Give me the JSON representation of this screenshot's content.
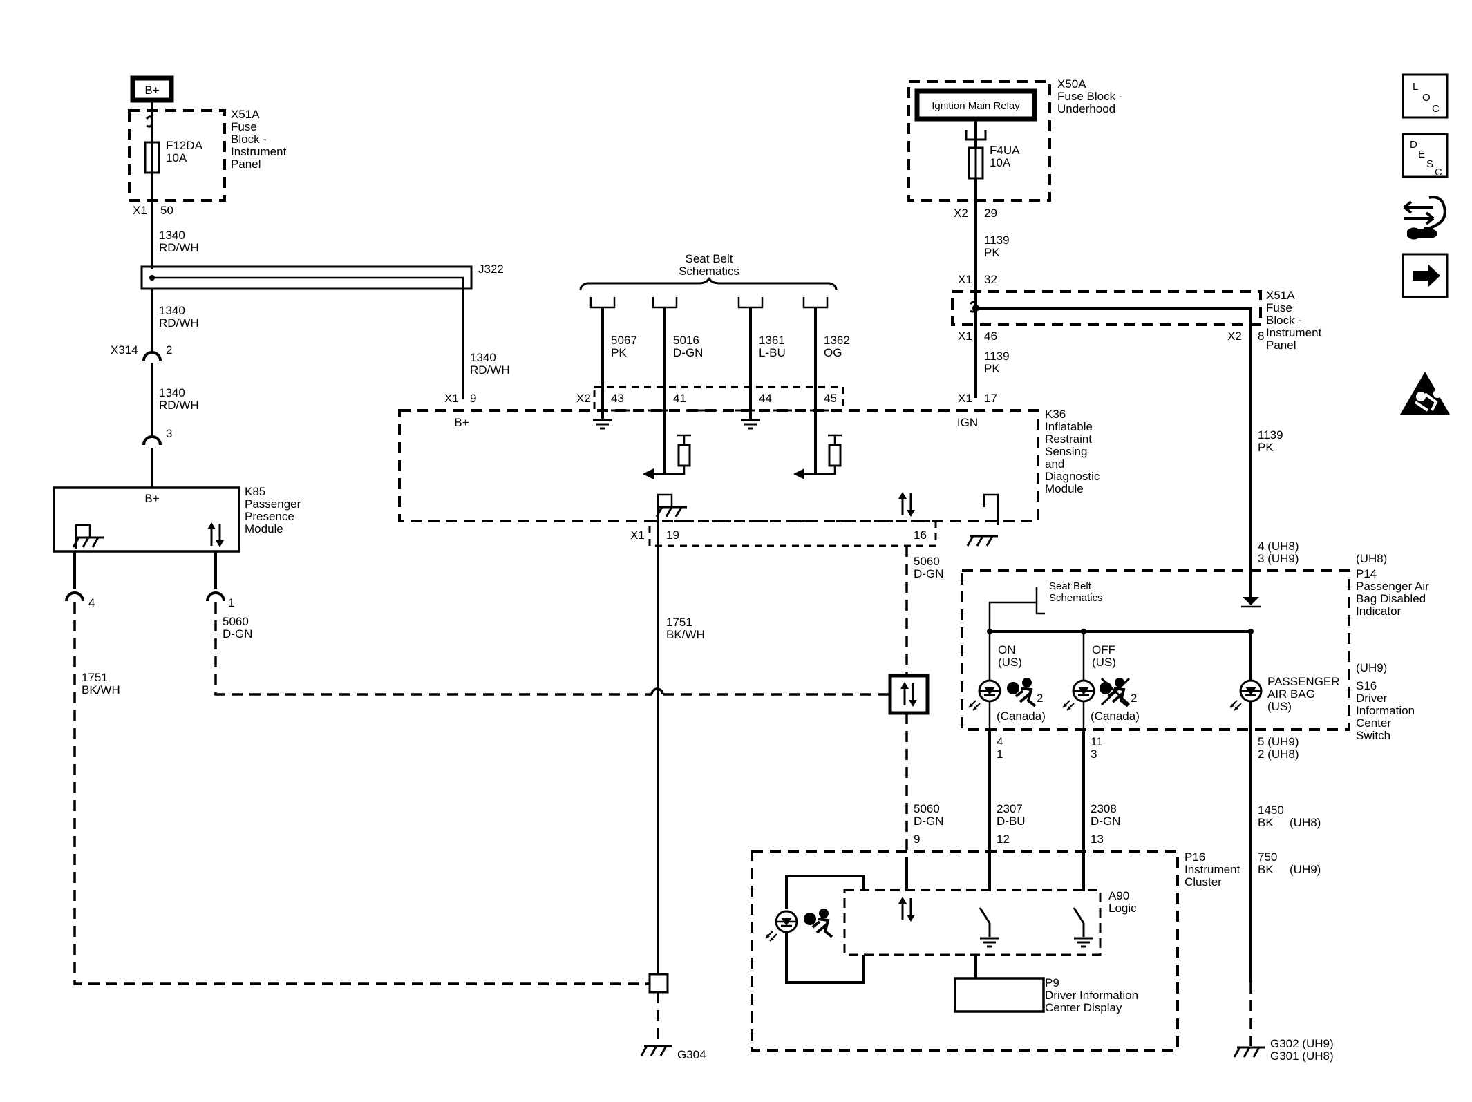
{
  "fuse_b_plus": {
    "source_label": "B+",
    "block_name": "X51A",
    "block_desc": [
      "Fuse",
      "Block -",
      "Instrument",
      "Panel"
    ],
    "fuse_id": "F12DA",
    "fuse_rating": "10A",
    "connector": "X1",
    "pin": "50"
  },
  "fuse_ignition": {
    "relay_label": "Ignition Main Relay",
    "block_name": "X50A",
    "block_desc": [
      "Fuse Block -",
      "Underhood"
    ],
    "fuse_id": "F4UA",
    "fuse_rating": "10A",
    "connector": "X2",
    "pin": "29"
  },
  "fuse_block_x51a_right": {
    "name": "X51A",
    "desc": [
      "Fuse",
      "Block -",
      "Instrument",
      "Panel"
    ],
    "conn_top": "X1",
    "pin_top": "32",
    "conn_out_left": "X1",
    "pin_out_left": "46",
    "conn_out_right": "X2",
    "pin_out_right": "8"
  },
  "wires": {
    "w1340_a": [
      "1340",
      "RD/WH"
    ],
    "w1340_b": [
      "1340",
      "RD/WH"
    ],
    "w1340_c": [
      "1340",
      "RD/WH"
    ],
    "w1340_d": [
      "1340",
      "RD/WH"
    ],
    "w1139_a": [
      "1139",
      "PK"
    ],
    "w1139_b": [
      "1139",
      "PK"
    ],
    "w1139_c": [
      "1139",
      "PK"
    ],
    "w5067": [
      "5067",
      "PK"
    ],
    "w5016": [
      "5016",
      "D-GN"
    ],
    "w1361": [
      "1361",
      "L-BU"
    ],
    "w1362": [
      "1362",
      "OG"
    ],
    "w5060_a": [
      "5060",
      "D-GN"
    ],
    "w5060_b": [
      "5060",
      "D-GN"
    ],
    "w5060_c": [
      "5060",
      "D-GN"
    ],
    "w1751_a": [
      "1751",
      "BK/WH"
    ],
    "w1751_b": [
      "1751",
      "BK/WH"
    ],
    "w2307": [
      "2307",
      "D-BU"
    ],
    "w2308": [
      "2308",
      "D-GN"
    ],
    "w1450": [
      "1450",
      "BK",
      "(UH8)"
    ],
    "w750": [
      "750",
      "BK",
      "(UH9)"
    ]
  },
  "splice": {
    "name": "J322"
  },
  "inline_connector": {
    "name": "X314",
    "pin_top": "2",
    "pin_bottom": "3"
  },
  "seat_belt_top": {
    "label": [
      "Seat Belt",
      "Schematics"
    ]
  },
  "k36": {
    "name": "K36",
    "desc": [
      "Inflatable",
      "Restraint",
      "Sensing",
      "and",
      "Diagnostic",
      "Module"
    ],
    "conn_bplus": "X1",
    "pin_bplus": "9",
    "bplus_label": "B+",
    "conn_seat": "X2",
    "pins_seat": [
      "43",
      "41",
      "44",
      "45"
    ],
    "conn_ign": "X1",
    "pin_ign": "17",
    "ign_label": "IGN",
    "conn_bottom": "X1",
    "pin_bottom_left": "19",
    "pin_bottom_right": "16"
  },
  "k85": {
    "name": "K85",
    "desc": [
      "Passenger",
      "Presence",
      "Module"
    ],
    "bplus_label": "B+",
    "pin_ground": "4",
    "pin_data": "1"
  },
  "p14": {
    "name": "P14",
    "desc": [
      "Passenger Air",
      "Bag Disabled",
      "Indicator"
    ],
    "option_top": "(UH8)",
    "pins_in": [
      "4 (UH8)",
      "3 (UH9)"
    ],
    "seat_belt_label": [
      "Seat Belt",
      "Schematics"
    ],
    "on_label": [
      "ON",
      "(US)"
    ],
    "off_label": [
      "OFF",
      "(US)"
    ],
    "canada_label": "(Canada)",
    "passenger_label": [
      "PASSENGER",
      "AIR BAG",
      "(US)"
    ],
    "on_pins": [
      "4",
      "1"
    ],
    "off_pins": [
      "11",
      "3"
    ],
    "out_pins": [
      "5 (UH9)",
      "2 (UH8)"
    ],
    "badge": "2"
  },
  "s16": {
    "option": "(UH9)",
    "name": "S16",
    "desc": [
      "Driver",
      "Information",
      "Center",
      "Switch"
    ]
  },
  "p16": {
    "name": "P16",
    "desc": [
      "Instrument",
      "Cluster"
    ],
    "pins": [
      "9",
      "12",
      "13"
    ]
  },
  "a90": {
    "name": "A90",
    "desc": "Logic"
  },
  "p9": {
    "name": "P9",
    "desc": [
      "Driver Information",
      "Center Display"
    ]
  },
  "grounds": {
    "g304": "G304",
    "g302": "G302  (UH9)",
    "g301": "G301  (UH8)"
  },
  "nav_icons": {
    "loc": [
      "L",
      "O",
      "C"
    ],
    "desc": [
      "D",
      "E",
      "S",
      "C"
    ]
  }
}
